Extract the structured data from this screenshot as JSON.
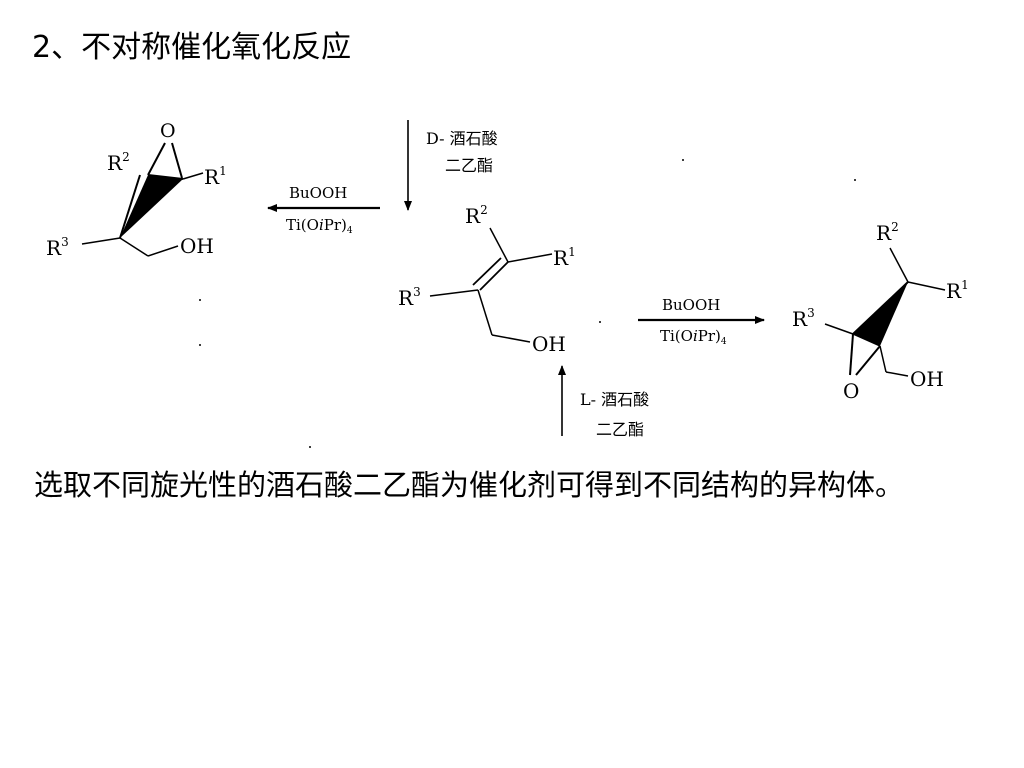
{
  "title": "2、不对称催化氧化反应",
  "scheme": {
    "top_catalyst_line1": "D- 酒石酸",
    "top_catalyst_line2": "二乙酯",
    "bottom_catalyst_line1": "L- 酒石酸",
    "bottom_catalyst_line2": "二乙酯",
    "oxidant": "BuOOH",
    "ti_reagent_prefix": "Ti(O",
    "ti_reagent_italic": "i",
    "ti_reagent_suffix": "Pr)",
    "ti_reagent_subscript": "4",
    "r_symbol": "R",
    "r1_sup": "1",
    "r2_sup": "2",
    "r3_sup": "3",
    "oxygen": "O",
    "hydroxyl": "OH"
  },
  "body": {
    "text": "选取不同旋光性的酒石酸二乙酯为催化剂可得到不同结构的异构体。"
  }
}
